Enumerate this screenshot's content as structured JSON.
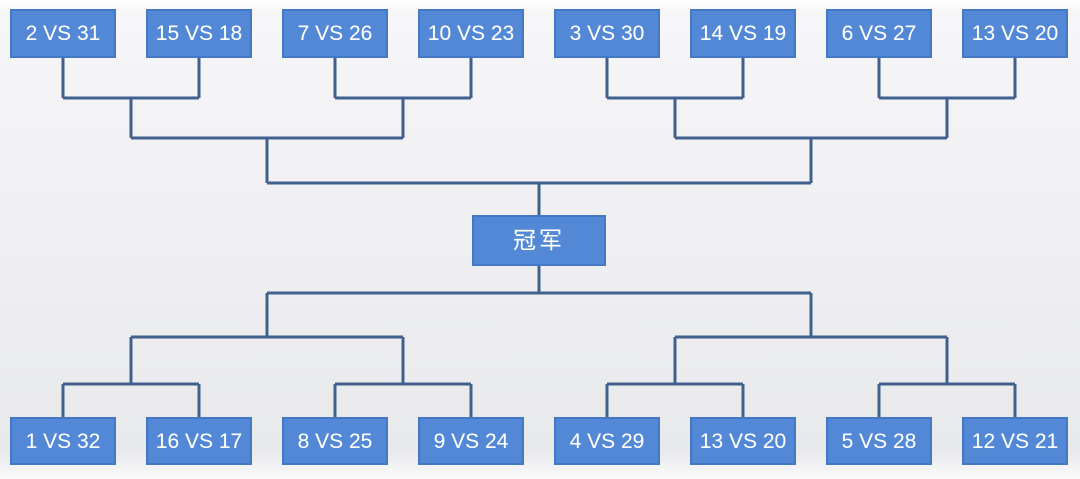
{
  "diagram": {
    "type": "tournament-bracket",
    "champion": {
      "label": "冠军"
    },
    "top_matches": [
      "2 VS 31",
      "15 VS 18",
      "7 VS 26",
      "10 VS 23",
      "3 VS 30",
      "14 VS 19",
      "6 VS 27",
      "13 VS 20"
    ],
    "bottom_matches": [
      "1 VS 32",
      "16 VS 17",
      "8 VS 25",
      "9 VS 24",
      "4 VS 29",
      "13 VS 20",
      "5 VS 28",
      "12 VS 21"
    ]
  },
  "colors": {
    "box_fill": "#5288d6",
    "box_border": "#4478c4",
    "box_text": "#ffffff",
    "connector": "#40608e"
  }
}
